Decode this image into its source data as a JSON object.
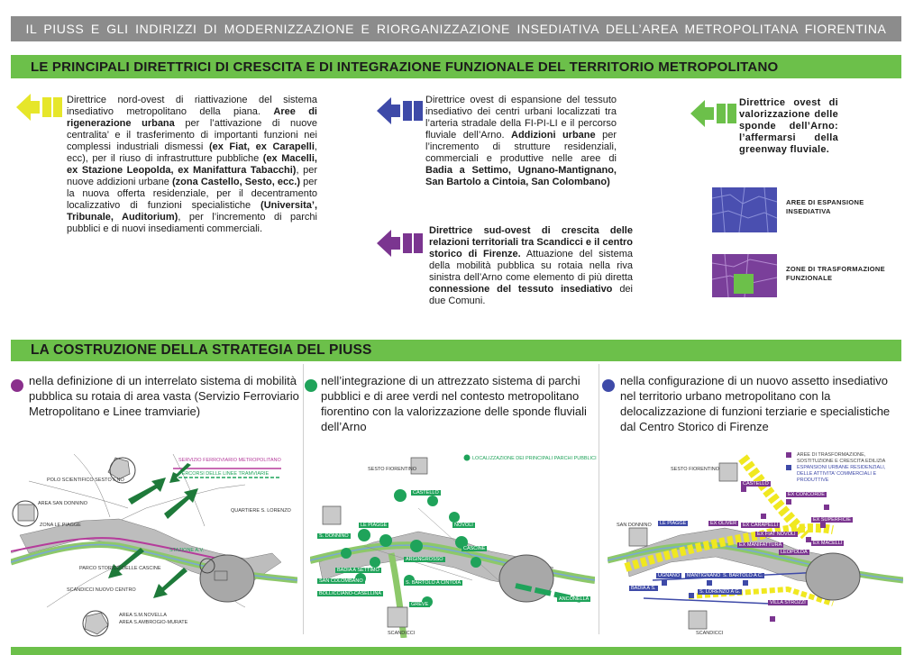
{
  "header": {
    "title": "IL PIUSS  E  GLI  INDIRIZZI  DI  MODERNIZZAZIONE  E  RIORGANIZZAZIONE  INSEDIATIVA DELL’AREA METROPOLITANA FIORENTINA",
    "section1": "LE PRINCIPALI DIRETTRICI DI CRESCITA E DI INTEGRAZIONE FUNZIONALE DEL TERRITORIO METROPOLITANO",
    "section2": "LA COSTRUZIONE DELLA STRATEGIA DEL PIUSS"
  },
  "directions": {
    "nw": {
      "color": "#e6e62a",
      "t1": "Direttrice nord-ovest di riattivazione del sistema insediativo metropolitano della piana.",
      "t2": "Aree di rigenerazione urbana",
      "t3": "per l’attivazione di nuove centralita’ e il trasferimento di importanti funzioni nei complessi industriali dismessi",
      "t4": "(ex Fiat, ex Carapelli",
      "t5": ", ecc), per il riuso di infrastrutture pubbliche",
      "t6": "(ex Macelli, ex Stazione Leopolda, ex Manifattura Tabacchi)",
      "t7": ", per nuove addizioni urbane",
      "t8": "(zona Castello, Sesto, ecc.)",
      "t9": "per la nuova offerta residenziale, per il decentramento localizzativo di funzioni specialistiche",
      "t10": "(Universita’, Tribunale, Auditorium)",
      "t11": ", per l’incremento di parchi pubblici e di nuovi insediamenti commerciali."
    },
    "w": {
      "color": "#3e4aa8",
      "t1": "Direttrice ovest di espansione del tessuto insediativo dei centri urbani localizzati tra l’arteria stradale della FI-PI-LI e il percorso fluviale dell’Arno.",
      "t2": "Addizioni urbane",
      "t3": "per l’incremento di strutture residenziali, commerciali e produttive nelle aree di",
      "t4": "Badia a Settimo, Ugnano-Mantignano, San Bartolo a Cintoia, San Colombano)"
    },
    "sw": {
      "color": "#7b3590",
      "t1": "Direttrice sud-ovest di crescita delle relazioni territoriali tra Scandicci e il centro storico di Firenze.",
      "t2": "Attuazione del sistema della mobilità pubblica su rotaia nella riva sinistra dell’Arno come elemento di più diretta",
      "t3": "connessione del tessuto insediativo",
      "t4": "dei due Comuni."
    },
    "w2": {
      "color": "#6cc04a",
      "t1": "Direttrice ovest di valorizzazione delle sponde dell’Arno: l’affermarsi della greenway fluviale."
    }
  },
  "legend": {
    "expansion": "AREE DI ESPANSIONE INSEDIATIVA",
    "transformation": "ZONE DI TRASFORMAZIONE FUNZIONALE"
  },
  "strategy": [
    {
      "dot": "#8a2f8c",
      "text": "nella definizione di un interrelato sistema di mobilità pubblica su rotaia di area vasta (Servizio Ferroviario Metropolitano e Linee tramviarie)"
    },
    {
      "dot": "#1fa35a",
      "text": "nell’integrazione di un attrezzato sistema di parchi pubblici e di aree verdi nel contesto metropolitano fiorentino con la valorizzazione delle sponde fluviali dell’Arno"
    },
    {
      "dot": "#3e4aa8",
      "text": "nella configurazione di un nuovo assetto insediativo nel territorio urbano metropolitano con la delocalizzazione di funzioni terziarie e specialistiche dal Centro Storico di Firenze"
    }
  ],
  "map1": {
    "legend1": "SERVIZIO FERROVIARIO METROPOLITANO",
    "legend2": "PERCORSI DELLE LINEE TRAMVIARIE",
    "labels": [
      "POLO SCIENTIFICO SESTO F.NO",
      "AREA SAN DONNINO",
      "ZONA LE PIAGGE",
      "QUARTIERE S. LORENZO",
      "STAZIONE A.V.",
      "PARCO STORICO DELLE CASCINE",
      "SCANDICCI NUOVO CENTRO",
      "AREA S.M.NOVELLA",
      "AREA S.AMBROGIO-MURATE"
    ]
  },
  "map2": {
    "legend": "LOCALIZZAZIONE DEI PRINCIPALI PARCHI PUBBLICI",
    "labels": [
      "SESTO FIORENTINO",
      "CASTELLO",
      "LE PIAGGE",
      "NOVOLI",
      "S. DONNINO",
      "CASCINE",
      "ARGINGROSSO",
      "BADIA A SETTIMO",
      "SAN COLOMBANO",
      "S. BARTOLO A CINTOIA",
      "BOLLICCIANO-CASELLINA",
      "GREVE",
      "ANCONELLA",
      "SCANDICCI"
    ]
  },
  "map3": {
    "legend1": "AREE DI TRASFORMAZIONE, SOSTITUZIONE E CRESCITA EDILIZIA",
    "legend2": "ESPANSIONI URBANE RESIDENZIALI, DELLE ATTIVITA’ COMMERCIALI E PRODUTTIVE",
    "labels": [
      "SESTO FIORENTINO",
      "CASTELLO",
      "EX CONCORDE",
      "SAN DONNINO",
      "LE PIAGGE",
      "EX OLIVER",
      "EX CARAPELLI",
      "EX SUPERFICIE",
      "EX FIAT NOVOLI",
      "EX MACELLI",
      "EX MANIFATTURA",
      "LEOPOLDA",
      "UGNANO",
      "MANTIGNANO",
      "S. BARTOLO A C.",
      "BADIA A S.",
      "S. LORENZO A G.",
      "VILLA STROZZI",
      "SCANDICCI"
    ]
  }
}
